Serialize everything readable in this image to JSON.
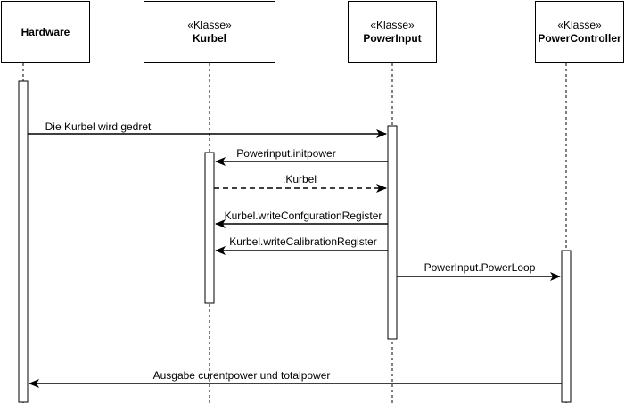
{
  "participants": [
    {
      "stereotype": "",
      "name": "Hardware"
    },
    {
      "stereotype": "«Klasse»",
      "name": "Kurbel"
    },
    {
      "stereotype": "«Klasse»",
      "name": "PowerInput"
    },
    {
      "stereotype": "«Klasse»",
      "name": "PowerController"
    }
  ],
  "messages": [
    {
      "label": "Die Kurbel wird gedret",
      "from": "Hardware",
      "to": "PowerInput",
      "style": "solid"
    },
    {
      "label": "Powerinput.initpower",
      "from": "PowerInput",
      "to": "Kurbel",
      "style": "solid"
    },
    {
      "label": ":Kurbel",
      "from": "Kurbel",
      "to": "PowerInput",
      "style": "dashed"
    },
    {
      "label": "Kurbel.writeConfgurationRegister",
      "from": "PowerInput",
      "to": "Kurbel",
      "style": "solid"
    },
    {
      "label": "Kurbel.writeCalibrationRegister",
      "from": "PowerInput",
      "to": "Kurbel",
      "style": "solid"
    },
    {
      "label": "PowerInput.PowerLoop",
      "from": "PowerInput",
      "to": "PowerController",
      "style": "solid"
    },
    {
      "label": "Ausgabe curentpower und totalpower",
      "from": "PowerController",
      "to": "Hardware",
      "style": "solid"
    }
  ]
}
